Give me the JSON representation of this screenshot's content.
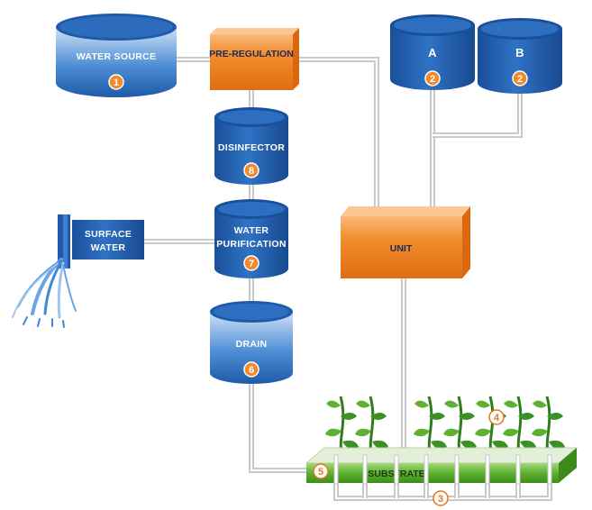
{
  "nodes": {
    "water_source": {
      "label": "WATER SOURCE",
      "number": "1"
    },
    "pre_regulation": {
      "label": "PRE-REGULATION"
    },
    "tank_a": {
      "label": "A",
      "number": "2"
    },
    "tank_b": {
      "label": "B",
      "number": "2"
    },
    "disinfector": {
      "label": "DISINFECTOR",
      "number": "8"
    },
    "surface_water": {
      "label_line1": "SURFACE",
      "label_line2": "WATER"
    },
    "water_purification": {
      "label_line1": "WATER",
      "label_line2": "PURIFICATION",
      "number": "7"
    },
    "unit": {
      "label": "UNIT"
    },
    "drain": {
      "label": "DRAIN",
      "number": "6"
    },
    "substrate": {
      "label": "SUBSTRATE",
      "number": "5"
    },
    "drip_lines": {
      "number": "3"
    },
    "plants": {
      "number": "4"
    }
  },
  "colors": {
    "tank_blue": "#1e5aa8",
    "tank_light": "#7fb0e0",
    "box_orange": "#f08a2c",
    "substrate_green": "#5bb030",
    "pipe_grey": "#c4c6c8"
  }
}
